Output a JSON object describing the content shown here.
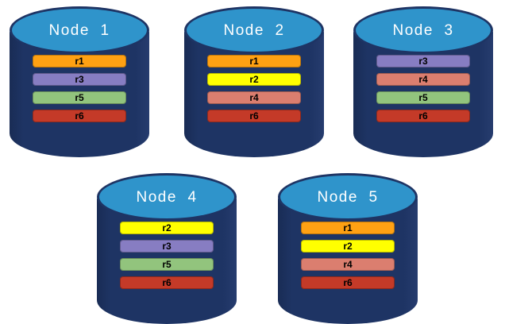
{
  "diagram": {
    "nodes": [
      {
        "label": "Node  1",
        "replicas": [
          "r1",
          "r3",
          "r5",
          "r6"
        ]
      },
      {
        "label": "Node  2",
        "replicas": [
          "r1",
          "r2",
          "r4",
          "r6"
        ]
      },
      {
        "label": "Node  3",
        "replicas": [
          "r3",
          "r4",
          "r5",
          "r6"
        ]
      },
      {
        "label": "Node  4",
        "replicas": [
          "r2",
          "r3",
          "r5",
          "r6"
        ]
      },
      {
        "label": "Node  5",
        "replicas": [
          "r1",
          "r2",
          "r4",
          "r6"
        ]
      }
    ],
    "replica_colors": {
      "r1": "#ffa113",
      "r2": "#ffff00",
      "r3": "#877dc2",
      "r4": "#db7e6f",
      "r5": "#92c47d",
      "r6": "#c43a28"
    },
    "colors": {
      "cylinder_body": "#1e3464",
      "cylinder_top": "#2f94cb",
      "node_label_text": "#ffffff",
      "replica_label_text": "#000000"
    }
  }
}
